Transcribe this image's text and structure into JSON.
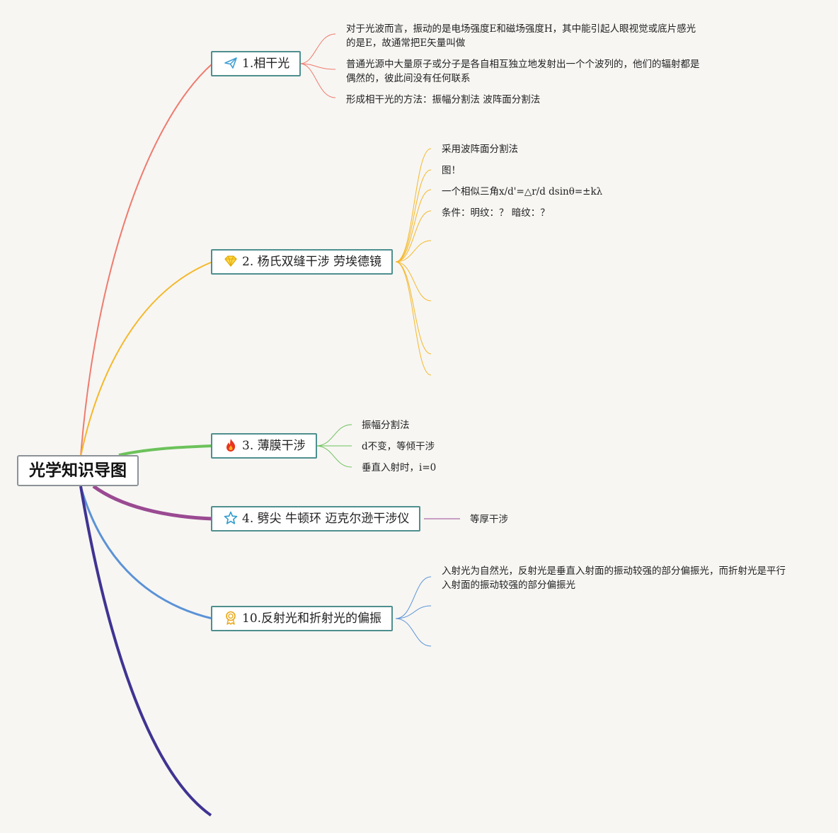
{
  "colors": {
    "branch1": "#ef7b6e",
    "branch2": "#f5b82a",
    "branch3": "#6cc25a",
    "branch4": "#9a4a92",
    "branch5": "#5b92d6",
    "branch6": "#3f3492",
    "topic_border": "#4e8f8e",
    "background": "#f7f6f3"
  },
  "root": {
    "title": "光学知识导图"
  },
  "topics": [
    {
      "icon": "paper-plane-icon",
      "label": "1.相干光",
      "leaves": [
        "对于光波而言，振动的是电场强度E和磁场强度H，其中能引起人眼视觉或底片感光的是E，故通常把E矢量叫做",
        "普通光源中大量原子或分子是各自相互独立地发射出一个个波列的，他们的辐射都是偶然的，彼此间没有任何联系",
        "形成相干光的方法：振幅分割法 波阵面分割法"
      ]
    },
    {
      "icon": "diamond-icon",
      "label": "2. 杨氏双缝干涉 劳埃德镜",
      "leaves": [
        "采用波阵面分割法",
        "图！",
        "一个相似三角x/d'=△r/d dsinθ=±kλ",
        "条件：明纹：？ 暗纹：？"
      ]
    },
    {
      "icon": "flame-icon",
      "label": "3. 薄膜干涉",
      "leaves": [
        "振幅分割法",
        "d不变，等倾干涉",
        "垂直入射时，i=0"
      ]
    },
    {
      "icon": "star-icon",
      "label": "4. 劈尖 牛顿环 迈克尔逊干涉仪",
      "leaves": [
        "等厚干涉"
      ]
    },
    {
      "icon": "medal-icon",
      "label": "10.反射光和折射光的偏振",
      "leaves": [
        "入射光为自然光，反射光是垂直入射面的振动较强的部分偏振光，而折射光是平行入射面的振动较强的部分偏振光"
      ]
    }
  ]
}
